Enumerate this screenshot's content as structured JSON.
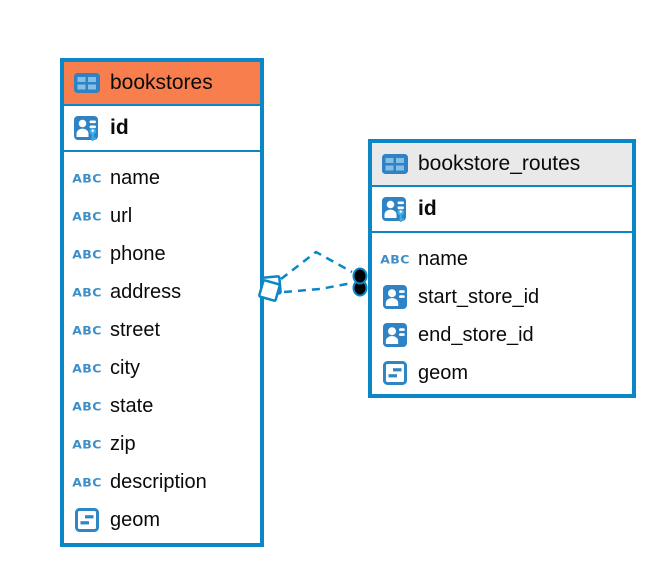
{
  "diagram_type": "entity-relationship",
  "colors": {
    "accent_blue": "#0b87c8",
    "icon_blue": "#2f82c3",
    "key_cyan": "#3fb0e8",
    "abc_blue": "#3e8fc9",
    "bookstores_header_bg": "#f87e4e",
    "bookstore_routes_header_bg": "#e9e9e9"
  },
  "icon_labels": {
    "text": "ABC"
  },
  "tables": [
    {
      "name": "bookstores",
      "header_bg": "#f87e4e",
      "columns": [
        {
          "label": "id",
          "type": "pk",
          "key": true
        },
        {
          "label": "name",
          "type": "text"
        },
        {
          "label": "url",
          "type": "text"
        },
        {
          "label": "phone",
          "type": "text"
        },
        {
          "label": "address",
          "type": "text"
        },
        {
          "label": "street",
          "type": "text"
        },
        {
          "label": "city",
          "type": "text"
        },
        {
          "label": "state",
          "type": "text"
        },
        {
          "label": "zip",
          "type": "text"
        },
        {
          "label": "description",
          "type": "text"
        },
        {
          "label": "geom",
          "type": "geometry"
        }
      ]
    },
    {
      "name": "bookstore_routes",
      "header_bg": "#e9e9e9",
      "columns": [
        {
          "label": "id",
          "type": "pk",
          "key": true
        },
        {
          "label": "name",
          "type": "text"
        },
        {
          "label": "start_store_id",
          "type": "fk"
        },
        {
          "label": "end_store_id",
          "type": "fk"
        },
        {
          "label": "geom",
          "type": "geometry"
        }
      ]
    }
  ],
  "relationships": [
    {
      "from_table": "bookstores",
      "to_table": "bookstore_routes",
      "line_style": "dashed"
    },
    {
      "from_table": "bookstores",
      "to_table": "bookstore_routes",
      "line_style": "dashed"
    }
  ]
}
